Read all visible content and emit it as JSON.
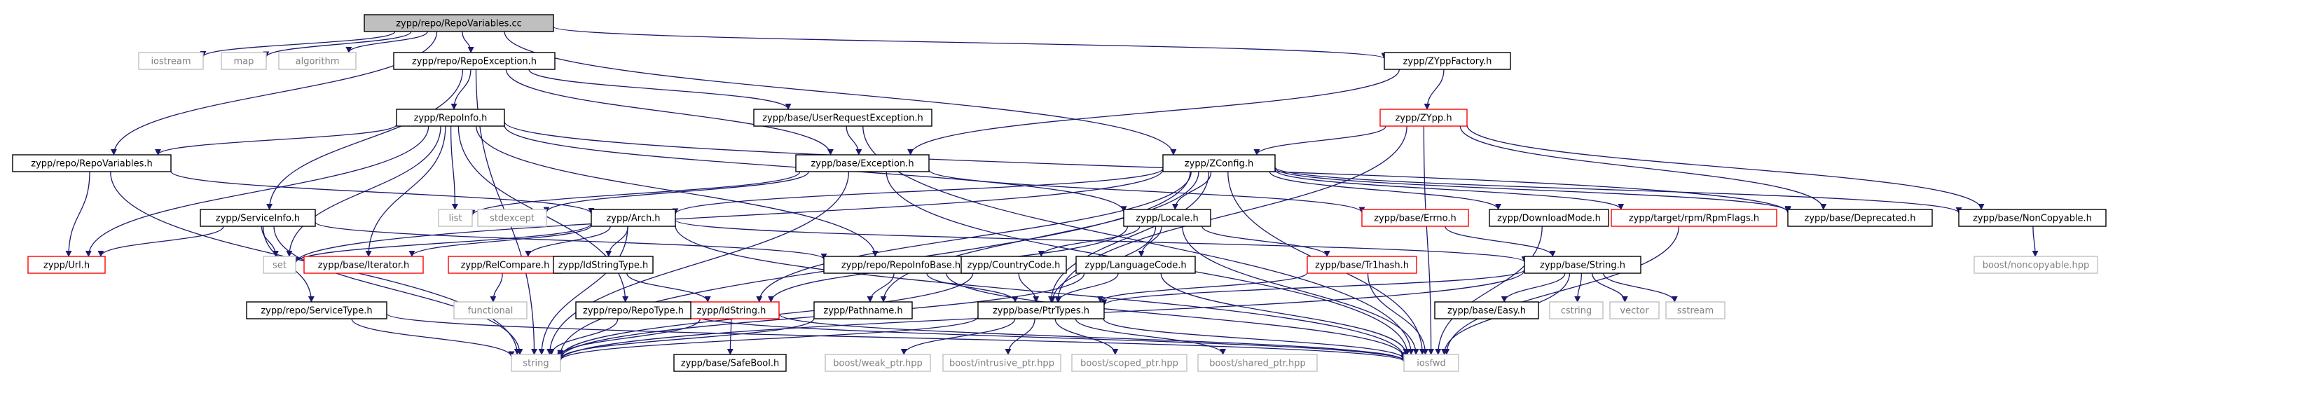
{
  "root": "zypp/repo/RepoVariables.cc",
  "nodes": [
    {
      "id": "root",
      "label": "zypp/repo/RepoVariables.cc",
      "kind": "root"
    },
    {
      "id": "iostream",
      "label": "iostream",
      "kind": "system"
    },
    {
      "id": "map",
      "label": "map",
      "kind": "system"
    },
    {
      "id": "algorithm",
      "label": "algorithm",
      "kind": "system"
    },
    {
      "id": "repoexc",
      "label": "zypp/repo/RepoException.h",
      "kind": "header"
    },
    {
      "id": "zyppfac",
      "label": "zypp/ZYppFactory.h",
      "kind": "header"
    },
    {
      "id": "repoinfo",
      "label": "zypp/RepoInfo.h",
      "kind": "header"
    },
    {
      "id": "userreq",
      "label": "zypp/base/UserRequestException.h",
      "kind": "header"
    },
    {
      "id": "zypp",
      "label": "zypp/ZYpp.h",
      "kind": "truncated"
    },
    {
      "id": "repovars",
      "label": "zypp/repo/RepoVariables.h",
      "kind": "header"
    },
    {
      "id": "exception",
      "label": "zypp/base/Exception.h",
      "kind": "header"
    },
    {
      "id": "zconfig",
      "label": "zypp/ZConfig.h",
      "kind": "header"
    },
    {
      "id": "serviceinfo",
      "label": "zypp/ServiceInfo.h",
      "kind": "header"
    },
    {
      "id": "list",
      "label": "list",
      "kind": "system"
    },
    {
      "id": "stdexcept",
      "label": "stdexcept",
      "kind": "system"
    },
    {
      "id": "arch",
      "label": "zypp/Arch.h",
      "kind": "header"
    },
    {
      "id": "locale",
      "label": "zypp/Locale.h",
      "kind": "header"
    },
    {
      "id": "errno",
      "label": "zypp/base/Errno.h",
      "kind": "truncated"
    },
    {
      "id": "dlmode",
      "label": "zypp/DownloadMode.h",
      "kind": "header"
    },
    {
      "id": "rpmflags",
      "label": "zypp/target/rpm/RpmFlags.h",
      "kind": "truncated"
    },
    {
      "id": "deprecated",
      "label": "zypp/base/Deprecated.h",
      "kind": "header"
    },
    {
      "id": "noncopy",
      "label": "zypp/base/NonCopyable.h",
      "kind": "header"
    },
    {
      "id": "url",
      "label": "zypp/Url.h",
      "kind": "truncated"
    },
    {
      "id": "set",
      "label": "set",
      "kind": "system"
    },
    {
      "id": "iterator",
      "label": "zypp/base/Iterator.h",
      "kind": "truncated"
    },
    {
      "id": "relcompare",
      "label": "zypp/RelCompare.h",
      "kind": "truncated"
    },
    {
      "id": "idstrtype",
      "label": "zypp/IdStringType.h",
      "kind": "header"
    },
    {
      "id": "repoinfobase",
      "label": "zypp/repo/RepoInfoBase.h",
      "kind": "header"
    },
    {
      "id": "countrycode",
      "label": "zypp/CountryCode.h",
      "kind": "header"
    },
    {
      "id": "langcode",
      "label": "zypp/LanguageCode.h",
      "kind": "header"
    },
    {
      "id": "trhash",
      "label": "zypp/base/Tr1hash.h",
      "kind": "truncated"
    },
    {
      "id": "string_h",
      "label": "zypp/base/String.h",
      "kind": "header"
    },
    {
      "id": "boostnc",
      "label": "boost/noncopyable.hpp",
      "kind": "system"
    },
    {
      "id": "functional",
      "label": "functional",
      "kind": "system"
    },
    {
      "id": "servicetype",
      "label": "zypp/repo/ServiceType.h",
      "kind": "header"
    },
    {
      "id": "idstring",
      "label": "zypp/IdString.h",
      "kind": "truncated"
    },
    {
      "id": "pathname",
      "label": "zypp/Pathname.h",
      "kind": "header"
    },
    {
      "id": "repotype",
      "label": "zypp/repo/RepoType.h",
      "kind": "header"
    },
    {
      "id": "ptrtypes",
      "label": "zypp/base/PtrTypes.h",
      "kind": "header"
    },
    {
      "id": "easy",
      "label": "zypp/base/Easy.h",
      "kind": "header"
    },
    {
      "id": "cstring",
      "label": "cstring",
      "kind": "system"
    },
    {
      "id": "vector",
      "label": "vector",
      "kind": "system"
    },
    {
      "id": "sstream",
      "label": "sstream",
      "kind": "system"
    },
    {
      "id": "string",
      "label": "string",
      "kind": "system"
    },
    {
      "id": "safebool",
      "label": "zypp/base/SafeBool.h",
      "kind": "header"
    },
    {
      "id": "weakptr",
      "label": "boost/weak_ptr.hpp",
      "kind": "system"
    },
    {
      "id": "intrusiveptr",
      "label": "boost/intrusive_ptr.hpp",
      "kind": "system"
    },
    {
      "id": "scopedptr",
      "label": "boost/scoped_ptr.hpp",
      "kind": "system"
    },
    {
      "id": "sharedptr",
      "label": "boost/shared_ptr.hpp",
      "kind": "system"
    },
    {
      "id": "iosfwd",
      "label": "iosfwd",
      "kind": "system"
    }
  ],
  "edges": [
    [
      "root",
      "iostream"
    ],
    [
      "root",
      "map"
    ],
    [
      "root",
      "algorithm"
    ],
    [
      "root",
      "repoexc"
    ],
    [
      "root",
      "zyppfac"
    ],
    [
      "root",
      "repovars"
    ],
    [
      "root",
      "zconfig"
    ],
    [
      "repoexc",
      "repoinfo"
    ],
    [
      "repoexc",
      "userreq"
    ],
    [
      "repoexc",
      "exception"
    ],
    [
      "repoexc",
      "serviceinfo"
    ],
    [
      "repoexc",
      "string"
    ],
    [
      "zyppfac",
      "exception"
    ],
    [
      "zyppfac",
      "zypp"
    ],
    [
      "userreq",
      "exception"
    ],
    [
      "userreq",
      "iosfwd"
    ],
    [
      "repoinfo",
      "repovars"
    ],
    [
      "repoinfo",
      "list"
    ],
    [
      "repoinfo",
      "set"
    ],
    [
      "repoinfo",
      "iterator"
    ],
    [
      "repoinfo",
      "url"
    ],
    [
      "repoinfo",
      "repotype"
    ],
    [
      "repoinfo",
      "repoinfobase"
    ],
    [
      "repoinfo",
      "locale"
    ],
    [
      "repoinfo",
      "deprecated"
    ],
    [
      "zypp",
      "zconfig"
    ],
    [
      "zypp",
      "deprecated"
    ],
    [
      "zypp",
      "noncopy"
    ],
    [
      "zypp",
      "ptrtypes"
    ],
    [
      "zypp",
      "iosfwd"
    ],
    [
      "repovars",
      "url"
    ],
    [
      "repovars",
      "string"
    ],
    [
      "repovars",
      "arch"
    ],
    [
      "exception",
      "list"
    ],
    [
      "exception",
      "stdexcept"
    ],
    [
      "exception",
      "errno"
    ],
    [
      "exception",
      "string"
    ],
    [
      "exception",
      "iosfwd"
    ],
    [
      "zconfig",
      "arch"
    ],
    [
      "zconfig",
      "locale"
    ],
    [
      "zconfig",
      "dlmode"
    ],
    [
      "zconfig",
      "rpmflags"
    ],
    [
      "zconfig",
      "deprecated"
    ],
    [
      "zconfig",
      "noncopy"
    ],
    [
      "zconfig",
      "ptrtypes"
    ],
    [
      "zconfig",
      "pathname"
    ],
    [
      "zconfig",
      "idstring"
    ],
    [
      "zconfig",
      "set"
    ],
    [
      "zconfig",
      "string"
    ],
    [
      "zconfig",
      "iosfwd"
    ],
    [
      "serviceinfo",
      "url"
    ],
    [
      "serviceinfo",
      "set"
    ],
    [
      "serviceinfo",
      "servicetype"
    ],
    [
      "serviceinfo",
      "repoinfobase"
    ],
    [
      "serviceinfo",
      "string"
    ],
    [
      "arch",
      "set"
    ],
    [
      "arch",
      "iterator"
    ],
    [
      "arch",
      "relcompare"
    ],
    [
      "arch",
      "idstrtype"
    ],
    [
      "arch",
      "string_h"
    ],
    [
      "arch",
      "string"
    ],
    [
      "arch",
      "iosfwd"
    ],
    [
      "locale",
      "countrycode"
    ],
    [
      "locale",
      "langcode"
    ],
    [
      "locale",
      "trhash"
    ],
    [
      "locale",
      "ptrtypes"
    ],
    [
      "locale",
      "idstring"
    ],
    [
      "locale",
      "iosfwd"
    ],
    [
      "errno",
      "string_h"
    ],
    [
      "dlmode",
      "iosfwd"
    ],
    [
      "rpmflags",
      "iosfwd"
    ],
    [
      "noncopy",
      "boostnc"
    ],
    [
      "relcompare",
      "functional"
    ],
    [
      "idstrtype",
      "idstring"
    ],
    [
      "repoinfobase",
      "pathname"
    ],
    [
      "repoinfobase",
      "ptrtypes"
    ],
    [
      "repoinfobase",
      "iosfwd"
    ],
    [
      "countrycode",
      "ptrtypes"
    ],
    [
      "countrycode",
      "string"
    ],
    [
      "langcode",
      "ptrtypes"
    ],
    [
      "langcode",
      "string"
    ],
    [
      "langcode",
      "iosfwd"
    ],
    [
      "trhash",
      "ptrtypes"
    ],
    [
      "trhash",
      "iosfwd"
    ],
    [
      "string_h",
      "easy"
    ],
    [
      "string_h",
      "cstring"
    ],
    [
      "string_h",
      "vector"
    ],
    [
      "string_h",
      "sstream"
    ],
    [
      "string_h",
      "ptrtypes"
    ],
    [
      "string_h",
      "string"
    ],
    [
      "string_h",
      "iosfwd"
    ],
    [
      "servicetype",
      "string"
    ],
    [
      "servicetype",
      "iosfwd"
    ],
    [
      "idstring",
      "safebool"
    ],
    [
      "idstring",
      "string"
    ],
    [
      "idstring",
      "iosfwd"
    ],
    [
      "pathname",
      "string"
    ],
    [
      "repotype",
      "string"
    ],
    [
      "repotype",
      "iosfwd"
    ],
    [
      "ptrtypes",
      "weakptr"
    ],
    [
      "ptrtypes",
      "intrusiveptr"
    ],
    [
      "ptrtypes",
      "scopedptr"
    ],
    [
      "ptrtypes",
      "sharedptr"
    ],
    [
      "ptrtypes",
      "string"
    ],
    [
      "ptrtypes",
      "iosfwd"
    ]
  ],
  "colors": {
    "edge": "#191970",
    "header_border": "#000000",
    "truncated_border": "#ff0000",
    "system_border": "#c0c0c0",
    "system_text": "#808080",
    "root_fill": "#bfbfbf"
  }
}
